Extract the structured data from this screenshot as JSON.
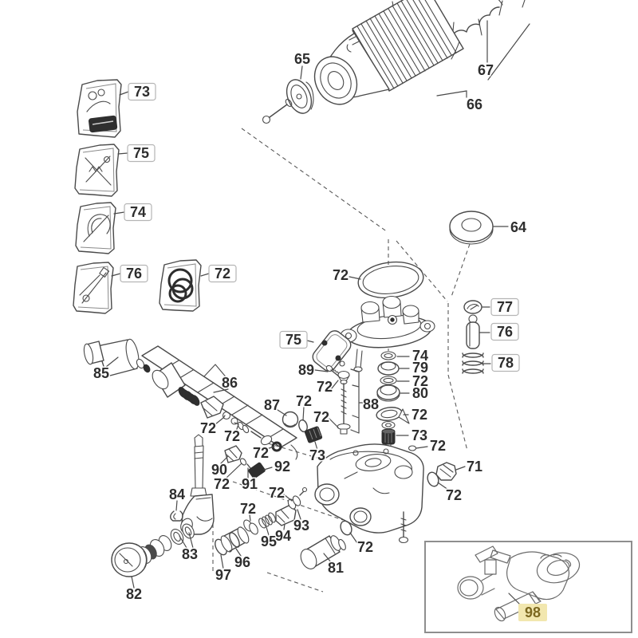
{
  "diagram_type": "exploded-parts-diagram",
  "description_visible_content": "pressure-washer pump exploded parts drawing with numbered callouts",
  "colors": {
    "background": "#ffffff",
    "line": "#4a4a4a",
    "callout_text": "#2e2e2e",
    "callout_box_border": "#b5b5b5",
    "highlight_box_fill": "#f2e7af",
    "highlight_text": "#7c6820",
    "inset_border": "#8e8e8e"
  },
  "inset": {
    "callout": "98"
  },
  "callouts": [
    {
      "text": "73",
      "boxed": true
    },
    {
      "text": "75",
      "boxed": true
    },
    {
      "text": "74",
      "boxed": true
    },
    {
      "text": "76",
      "boxed": true
    },
    {
      "text": "72",
      "boxed": true
    },
    {
      "text": "65",
      "boxed": false
    },
    {
      "text": "67",
      "boxed": false
    },
    {
      "text": "66",
      "boxed": false
    },
    {
      "text": "64",
      "boxed": false
    },
    {
      "text": "72",
      "boxed": false
    },
    {
      "text": "77",
      "boxed": true
    },
    {
      "text": "76",
      "boxed": true
    },
    {
      "text": "78",
      "boxed": true
    },
    {
      "text": "75",
      "boxed": true
    },
    {
      "text": "89",
      "boxed": false
    },
    {
      "text": "74",
      "boxed": false
    },
    {
      "text": "79",
      "boxed": false
    },
    {
      "text": "72",
      "boxed": false
    },
    {
      "text": "80",
      "boxed": false
    },
    {
      "text": "72",
      "boxed": false
    },
    {
      "text": "73",
      "boxed": false
    },
    {
      "text": "72",
      "boxed": false
    },
    {
      "text": "88",
      "boxed": false
    },
    {
      "text": "72",
      "boxed": false
    },
    {
      "text": "72",
      "boxed": false
    },
    {
      "text": "85",
      "boxed": false
    },
    {
      "text": "86",
      "boxed": false
    },
    {
      "text": "87",
      "boxed": false
    },
    {
      "text": "72",
      "boxed": false
    },
    {
      "text": "72",
      "boxed": false
    },
    {
      "text": "72",
      "boxed": false
    },
    {
      "text": "72",
      "boxed": false
    },
    {
      "text": "73",
      "boxed": false
    },
    {
      "text": "90",
      "boxed": false
    },
    {
      "text": "72",
      "boxed": false
    },
    {
      "text": "91",
      "boxed": false
    },
    {
      "text": "92",
      "boxed": false
    },
    {
      "text": "84",
      "boxed": false
    },
    {
      "text": "83",
      "boxed": false
    },
    {
      "text": "82",
      "boxed": false
    },
    {
      "text": "97",
      "boxed": false
    },
    {
      "text": "96",
      "boxed": false
    },
    {
      "text": "72",
      "boxed": false
    },
    {
      "text": "95",
      "boxed": false
    },
    {
      "text": "94",
      "boxed": false
    },
    {
      "text": "93",
      "boxed": false
    },
    {
      "text": "72",
      "boxed": false
    },
    {
      "text": "71",
      "boxed": false
    },
    {
      "text": "72",
      "boxed": false
    },
    {
      "text": "72",
      "boxed": false
    },
    {
      "text": "81",
      "boxed": false
    },
    {
      "text": "98",
      "boxed": false,
      "highlighted": true
    }
  ]
}
